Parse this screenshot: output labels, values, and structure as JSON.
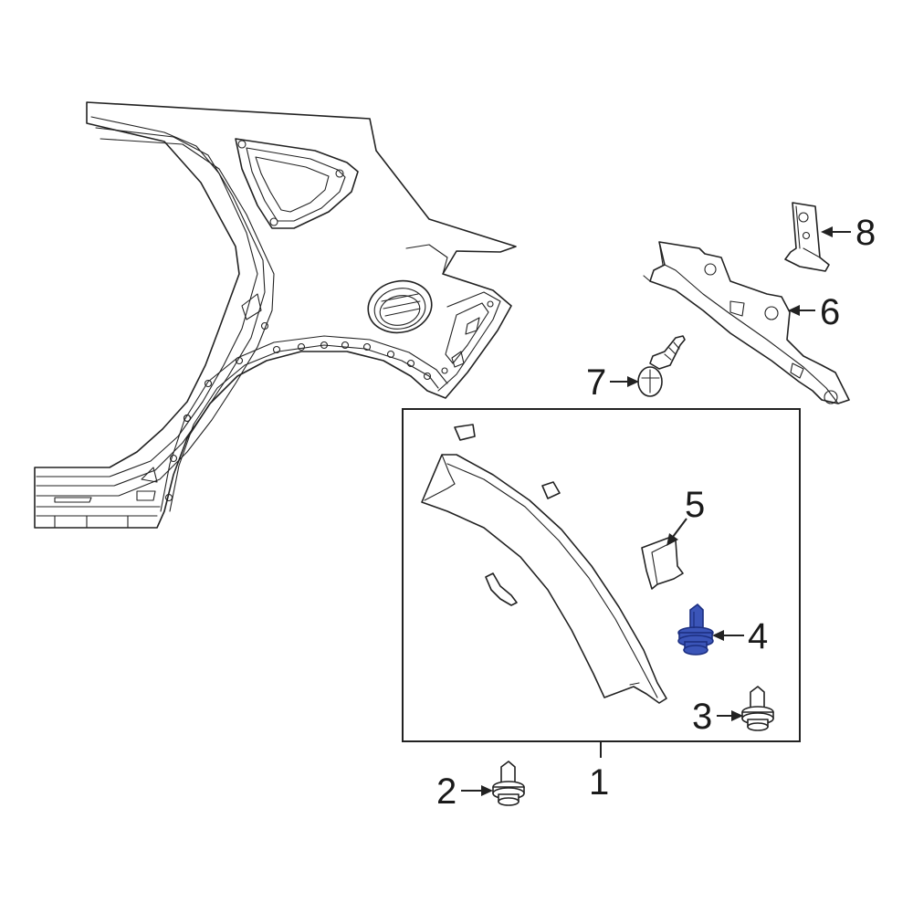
{
  "callouts": [
    {
      "number": "1"
    },
    {
      "number": "2"
    },
    {
      "number": "3"
    },
    {
      "number": "4"
    },
    {
      "number": "5"
    },
    {
      "number": "6"
    },
    {
      "number": "7"
    },
    {
      "number": "8"
    }
  ],
  "colors": {
    "line": "#222222",
    "highlight_fill": "#3b55b8",
    "highlight_stroke": "#1c2f80",
    "background": "#ffffff"
  },
  "highlighted_part": "4"
}
